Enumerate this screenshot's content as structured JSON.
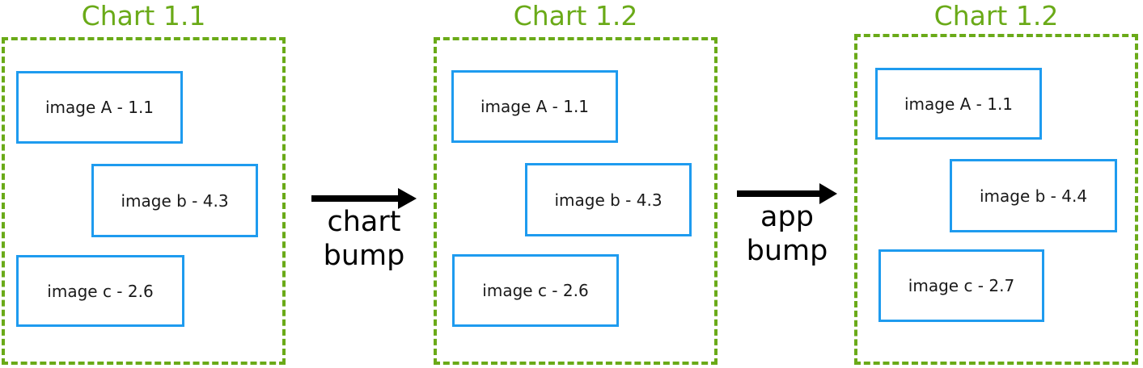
{
  "diagram": {
    "type": "flow",
    "accent_green": "#6aaa18",
    "accent_blue": "#1e9bef",
    "text_color": "#1a1a1a",
    "arrow_color": "#000000",
    "background": "#ffffff"
  },
  "panels": [
    {
      "title": "Chart 1.1",
      "items": [
        {
          "label": "image A - 1.1",
          "name": "image-a"
        },
        {
          "label": "image b - 4.3",
          "name": "image-b"
        },
        {
          "label": "image c - 2.6",
          "name": "image-c"
        }
      ]
    },
    {
      "title": "Chart 1.2",
      "items": [
        {
          "label": "image A - 1.1",
          "name": "image-a"
        },
        {
          "label": "image b - 4.3",
          "name": "image-b"
        },
        {
          "label": "image c - 2.6",
          "name": "image-c"
        }
      ]
    },
    {
      "title": "Chart 1.2",
      "items": [
        {
          "label": "image A - 1.1",
          "name": "image-a"
        },
        {
          "label": "image b - 4.4",
          "name": "image-b"
        },
        {
          "label": "image c - 2.7",
          "name": "image-c"
        }
      ]
    }
  ],
  "transitions": [
    {
      "name": "chart-bump",
      "icon": "arrow-right-icon",
      "line1": "chart",
      "line2": "bump"
    },
    {
      "name": "app-bump",
      "icon": "arrow-right-icon",
      "line1": "app",
      "line2": "bump"
    }
  ]
}
